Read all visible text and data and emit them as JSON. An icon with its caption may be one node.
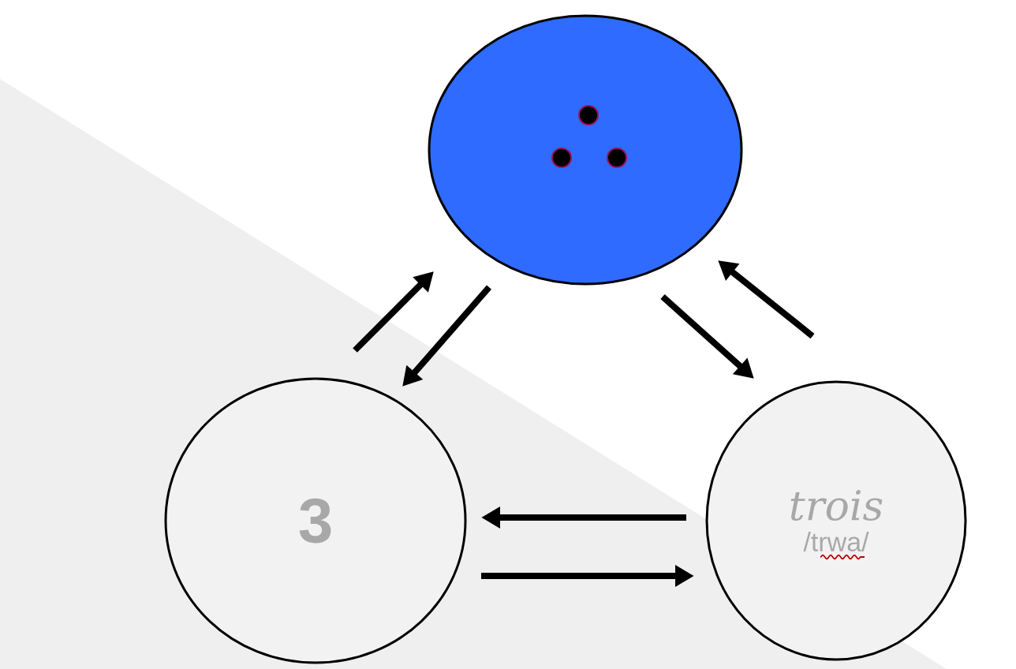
{
  "diagram": {
    "nodes": [
      {
        "text": [],
        "shape": "circle"
      },
      {
        "text": [
          "3"
        ]
      },
      {
        "text": [
          "trois",
          "/trwa/"
        ]
      }
    ],
    "edges": [
      {
        "from": 1,
        "to": 0,
        "arrow": "to"
      },
      {
        "from": 0,
        "to": 1,
        "arrow": "to"
      },
      {
        "from": 0,
        "to": 2,
        "arrow": "to"
      },
      {
        "from": 2,
        "to": 0,
        "arrow": "to"
      },
      {
        "from": 2,
        "to": 1,
        "arrow": "to"
      },
      {
        "from": 1,
        "to": 2,
        "arrow": "to"
      }
    ]
  }
}
